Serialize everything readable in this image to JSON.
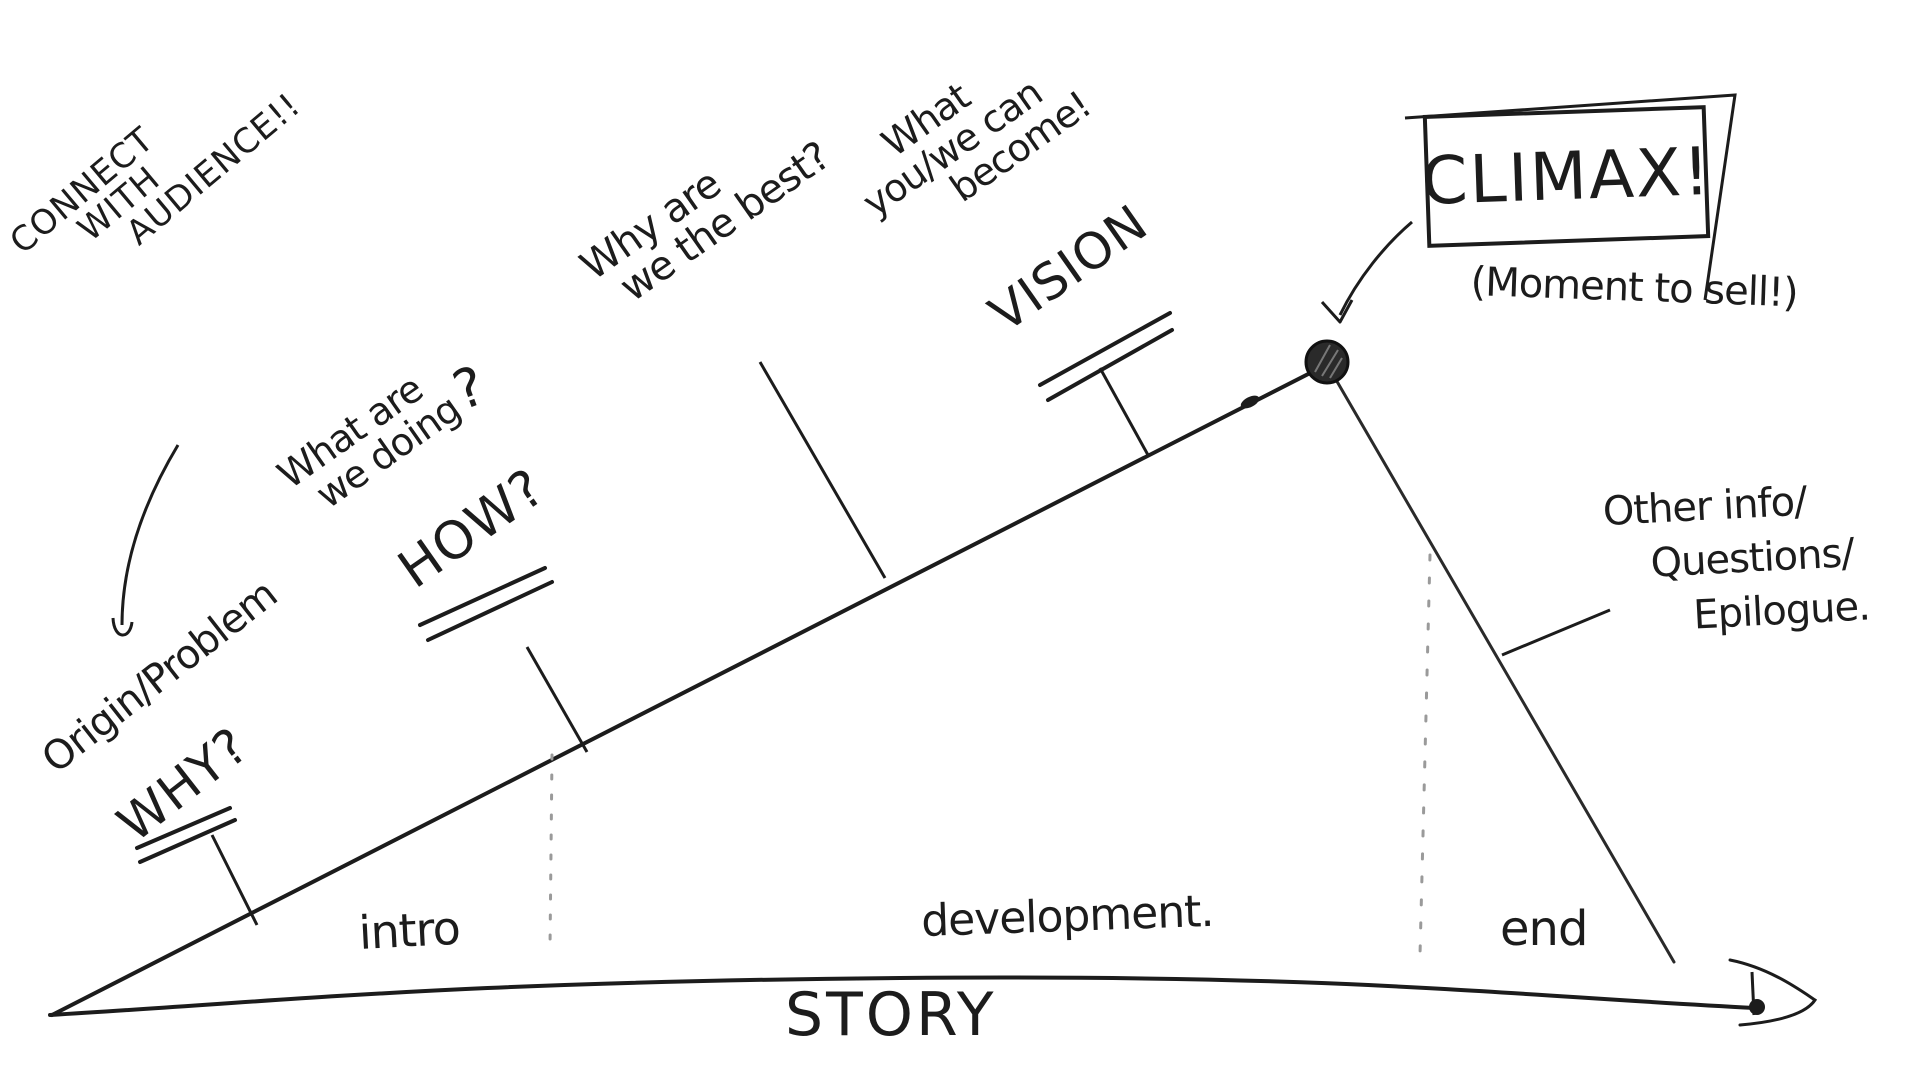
{
  "diagram": {
    "type": "story-arc-sketch",
    "axis": {
      "label": "STORY"
    },
    "phases": [
      {
        "id": "intro",
        "label": "intro"
      },
      {
        "id": "development",
        "label": "development."
      },
      {
        "id": "end",
        "label": "end"
      }
    ],
    "notes": {
      "connect": [
        "CONNECT",
        "WITH",
        "AUDIENCE!!"
      ],
      "why": {
        "question": "Origin/Problem",
        "keyword": "WHY?"
      },
      "how": {
        "question_line1": "What are",
        "question_line2": "we doing",
        "question_mark": "?",
        "keyword": "HOW?"
      },
      "best": {
        "line1": "Why are",
        "line2": "we the best?"
      },
      "vision": {
        "line1": "What",
        "line2": "you/we can",
        "line3": "become!",
        "keyword": "VISION"
      },
      "climax": {
        "title": "CLIMAX!",
        "subtitle": "(Moment to sell!)"
      },
      "epilogue": {
        "line1": "Other info/",
        "line2": "Questions/",
        "line3": "Epilogue."
      }
    },
    "colors": {
      "ink": "#1c1c1c",
      "dotted": "#9a9a9a",
      "background": "#ffffff"
    }
  }
}
